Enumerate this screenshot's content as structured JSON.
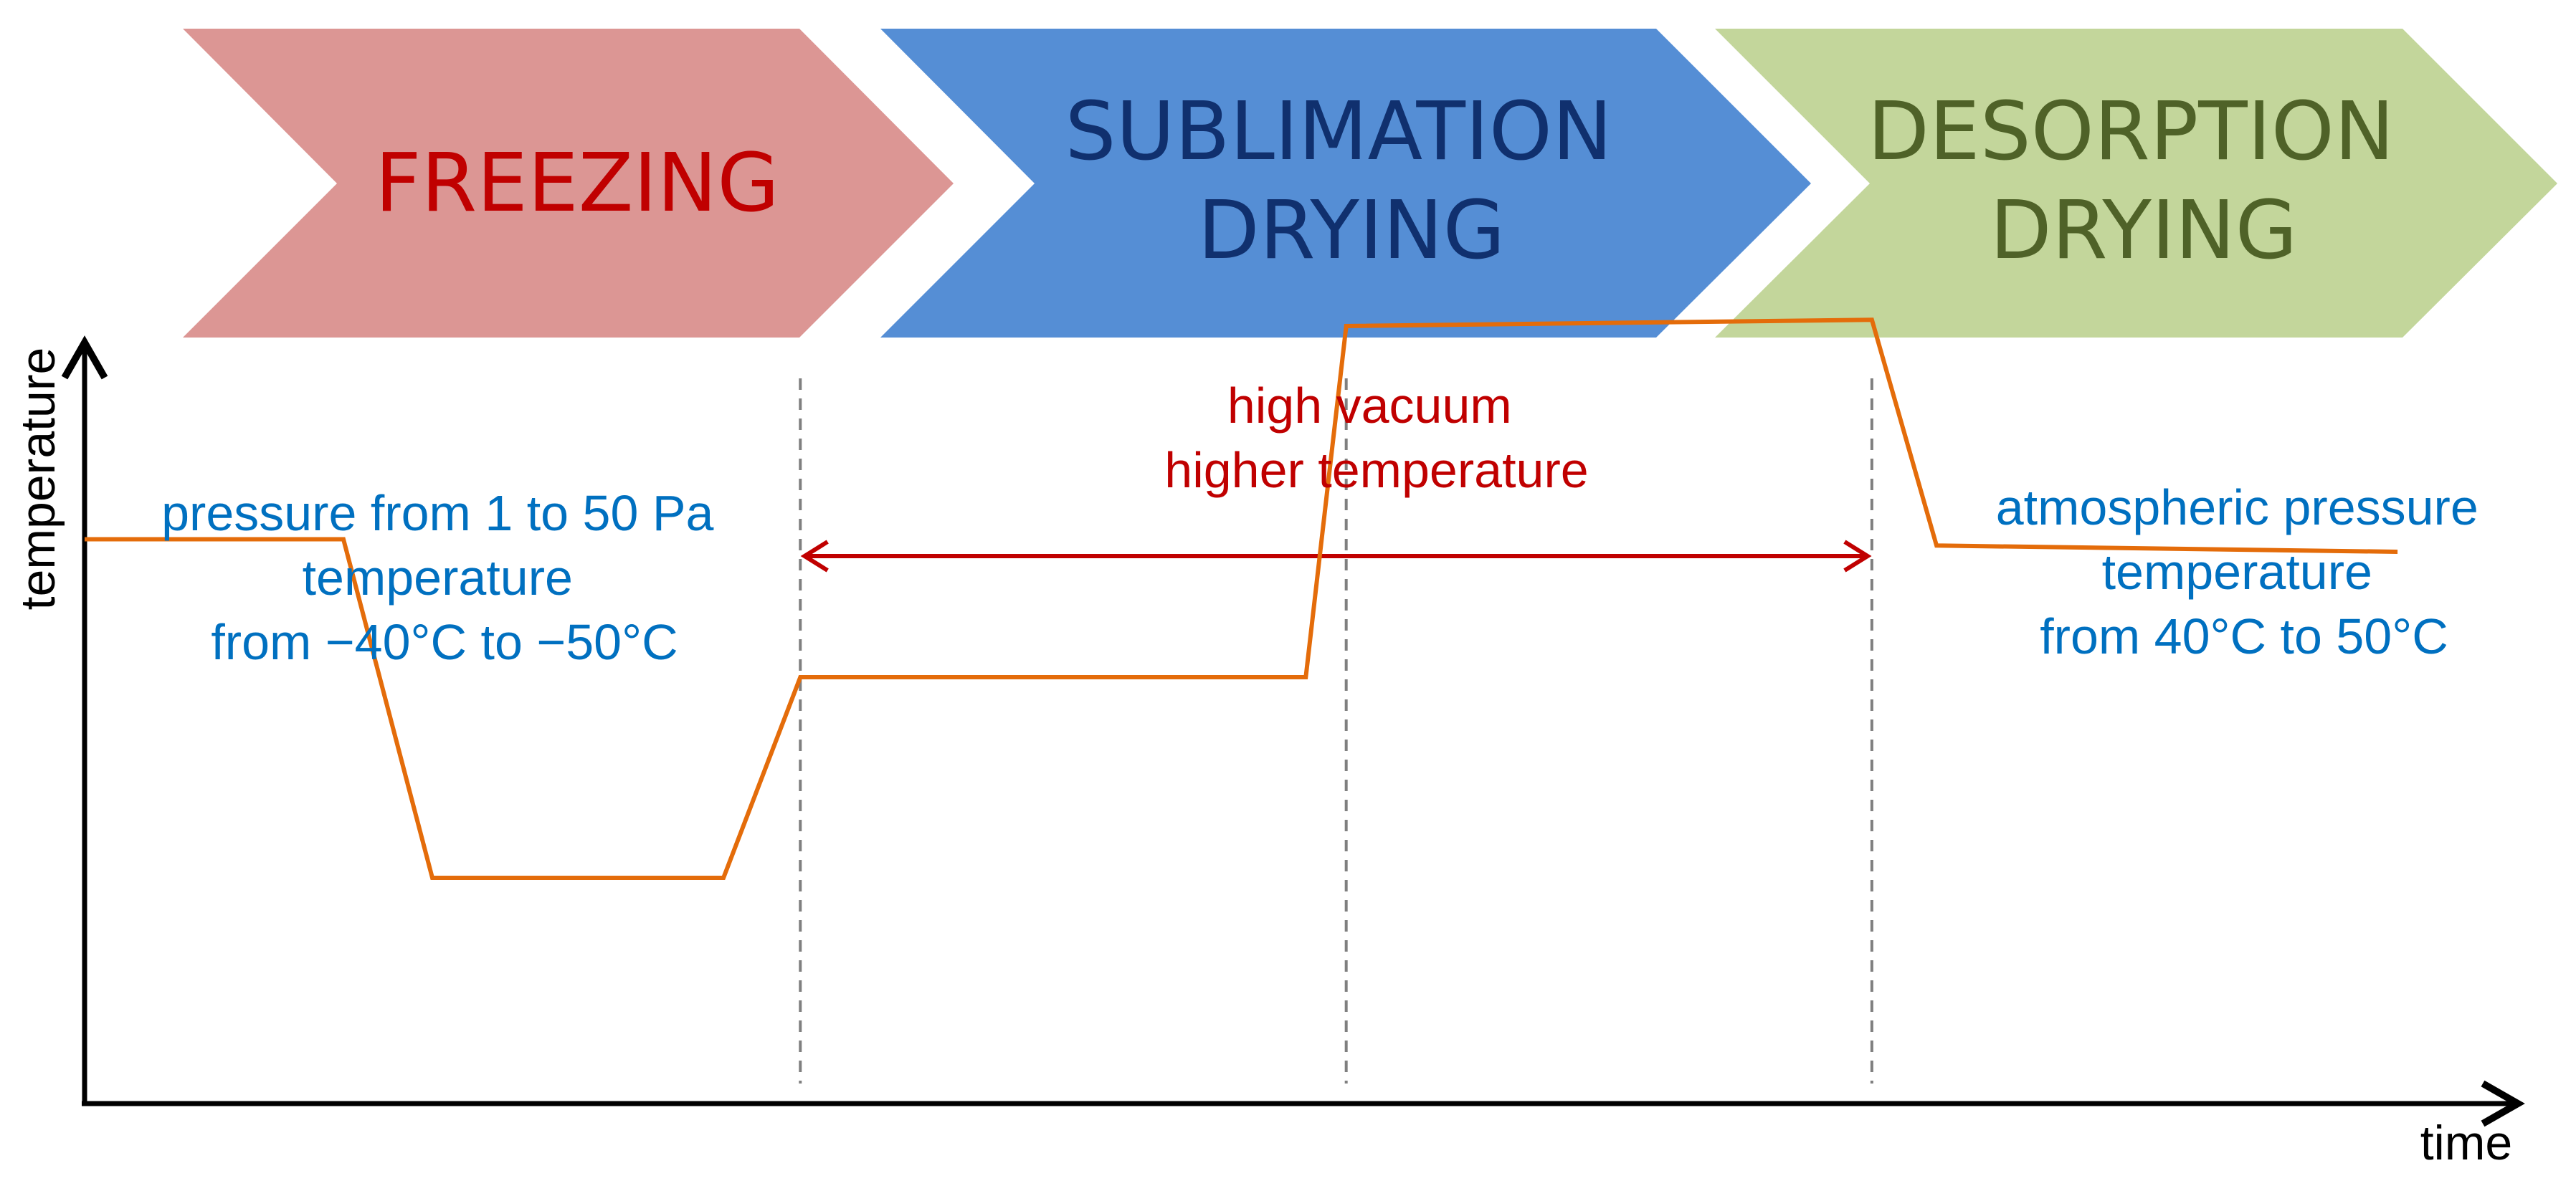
{
  "stages": [
    {
      "id": "freezing",
      "lines": [
        "FREEZING"
      ],
      "fill": "#dc9694",
      "text_color": "#c00000"
    },
    {
      "id": "sublimation",
      "lines": [
        "SUBLIMATION",
        "DRYING"
      ],
      "fill": "#558ed5",
      "text_color": "#10306e"
    },
    {
      "id": "desorption",
      "lines": [
        "DESORPTION",
        "DRYING"
      ],
      "fill": "#c3d69b",
      "text_color": "#4f6228"
    }
  ],
  "notes": {
    "freezing": {
      "lines": [
        "pressure from 1 to 50 Pa",
        "temperature",
        "from −40°C to −50°C"
      ],
      "color": "#0070c0"
    },
    "sublimation": {
      "lines": [
        "high vacuum",
        "higher temperature"
      ],
      "color": "#c00000"
    },
    "desorption": {
      "lines": [
        "atmospheric pressure",
        "temperature",
        "from 40°C to 50°C"
      ],
      "color": "#0070c0"
    }
  },
  "axes": {
    "x_label": "time",
    "y_label": "temperature",
    "axis_color": "#000000"
  },
  "profile": {
    "color": "#e46c0a",
    "points": [
      [
        0.0,
        0.45
      ],
      [
        3.2,
        0.45
      ],
      [
        4.3,
        0.18
      ],
      [
        7.9,
        0.18
      ],
      [
        8.85,
        0.34
      ],
      [
        15.1,
        0.34
      ],
      [
        15.6,
        0.62
      ],
      [
        22.1,
        0.625
      ],
      [
        22.9,
        0.445
      ],
      [
        28.6,
        0.44
      ]
    ]
  },
  "phase_boundaries": [
    8.85,
    15.6,
    22.1
  ],
  "vacuum_range": [
    8.85,
    22.1
  ],
  "arrow_color": "#c00000",
  "boundary_color": "#7f7f7f"
}
